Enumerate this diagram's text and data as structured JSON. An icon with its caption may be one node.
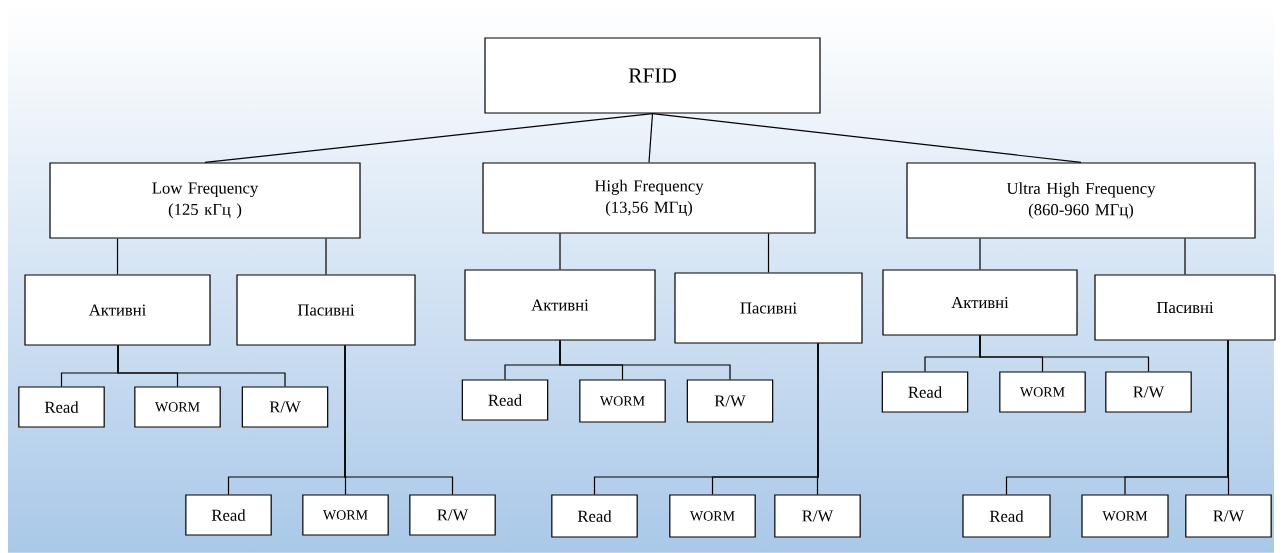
{
  "diagram": {
    "nodes": [
      {
        "text": [
          "RFID"
        ]
      },
      {
        "text": [
          "Low Frequency (125 кГц )"
        ]
      },
      {
        "text": [
          "High Frequency (13,56 МГц)"
        ]
      },
      {
        "text": [
          "Ultra High Frequency (860-960 МГц)"
        ]
      },
      {
        "text": [
          "Активні"
        ]
      },
      {
        "text": [
          "Пасивні"
        ]
      },
      {
        "text": [
          "Read"
        ]
      },
      {
        "text": [
          "WORM"
        ]
      },
      {
        "text": [
          "R/W"
        ]
      },
      {
        "text": [
          "Read"
        ]
      },
      {
        "text": [
          "WORM"
        ]
      },
      {
        "text": [
          "R/W"
        ]
      },
      {
        "text": [
          "Активні"
        ]
      },
      {
        "text": [
          "Пасивні"
        ]
      },
      {
        "text": [
          "Read"
        ]
      },
      {
        "text": [
          "WORM"
        ]
      },
      {
        "text": [
          "R/W"
        ]
      },
      {
        "text": [
          "Read"
        ]
      },
      {
        "text": [
          "WORM"
        ]
      },
      {
        "text": [
          "R/W"
        ]
      },
      {
        "text": [
          "Активні"
        ]
      },
      {
        "text": [
          "Пасивні"
        ]
      },
      {
        "text": [
          "Read"
        ]
      },
      {
        "text": [
          "WORM"
        ]
      },
      {
        "text": [
          "R/W"
        ]
      },
      {
        "text": [
          "Read"
        ]
      },
      {
        "text": [
          "WORM"
        ]
      },
      {
        "text": [
          "R/W"
        ]
      }
    ],
    "edges": [
      {
        "from": 0,
        "to": 1,
        "arrow": "none"
      },
      {
        "from": 0,
        "to": 2,
        "arrow": "none"
      },
      {
        "from": 0,
        "to": 3,
        "arrow": "none"
      },
      {
        "from": 1,
        "to": 4,
        "arrow": "none"
      },
      {
        "from": 1,
        "to": 5,
        "arrow": "none"
      },
      {
        "from": 2,
        "to": 12,
        "arrow": "none"
      },
      {
        "from": 2,
        "to": 13,
        "arrow": "none"
      },
      {
        "from": 3,
        "to": 20,
        "arrow": "none"
      },
      {
        "from": 3,
        "to": 21,
        "arrow": "none"
      },
      {
        "from": 4,
        "to": 6,
        "arrow": "none"
      },
      {
        "from": 4,
        "to": 7,
        "arrow": "none"
      },
      {
        "from": 4,
        "to": 8,
        "arrow": "none"
      },
      {
        "from": 5,
        "to": 9,
        "arrow": "none"
      },
      {
        "from": 5,
        "to": 10,
        "arrow": "none"
      },
      {
        "from": 5,
        "to": 11,
        "arrow": "none"
      },
      {
        "from": 12,
        "to": 14,
        "arrow": "none"
      },
      {
        "from": 12,
        "to": 15,
        "arrow": "none"
      },
      {
        "from": 12,
        "to": 16,
        "arrow": "none"
      },
      {
        "from": 13,
        "to": 17,
        "arrow": "none"
      },
      {
        "from": 13,
        "to": 18,
        "arrow": "none"
      },
      {
        "from": 13,
        "to": 19,
        "arrow": "none"
      },
      {
        "from": 20,
        "to": 22,
        "arrow": "none"
      },
      {
        "from": 20,
        "to": 23,
        "arrow": "none"
      },
      {
        "from": 20,
        "to": 24,
        "arrow": "none"
      },
      {
        "from": 21,
        "to": 25,
        "arrow": "none"
      },
      {
        "from": 21,
        "to": 26,
        "arrow": "none"
      },
      {
        "from": 21,
        "to": 27,
        "arrow": "none"
      }
    ]
  }
}
